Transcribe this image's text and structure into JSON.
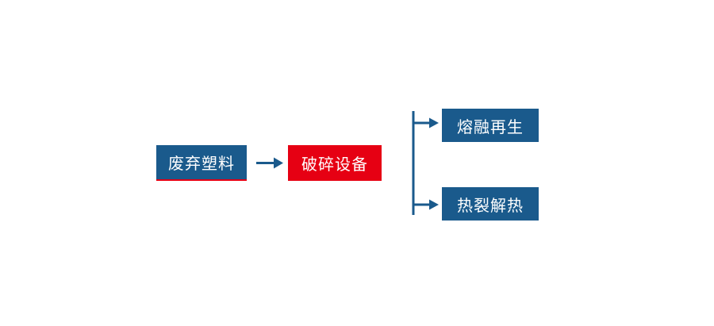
{
  "colors": {
    "primary_blue": "#1a5a8c",
    "accent_red": "#e60013"
  },
  "nodes": {
    "waste_plastic": {
      "label": "废弃塑料"
    },
    "crushing_equipment": {
      "label": "破碎设备"
    },
    "melt_regeneration": {
      "label": "熔融再生"
    },
    "pyrolysis": {
      "label": "热裂解热"
    }
  }
}
